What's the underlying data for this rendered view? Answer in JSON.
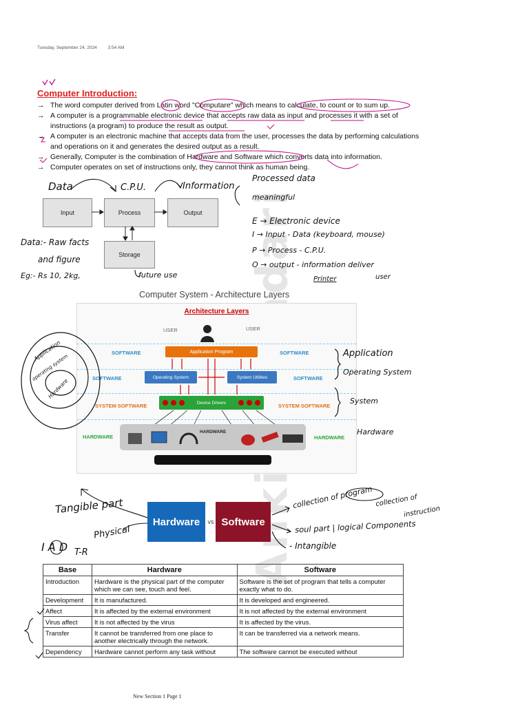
{
  "meta": {
    "date": "Tuesday, September 24, 2024",
    "time": "3:54 AM"
  },
  "heading": "Computer Introduction:",
  "bullets": [
    "The word computer derived from Latin word \"Computare\" which means to calculate, to count or to sum up.",
    "A computer is a programmable electronic device that accepts raw data as input and processes it with a set of instructions (a program) to produce the result as output.",
    "A computer is an electronic machine that accepts data from the user, processes the data by performing calculations and operations on it and generates the desired output as a result.",
    "Generally, Computer is the combination of Hardware and Software which converts data into information.",
    "Computer operates on set of instructions only, they cannot think as human being."
  ],
  "bullet_arrow": "→",
  "flow": {
    "input": "Input",
    "process": "Process",
    "output": "Output",
    "storage": "Storage"
  },
  "handwritten": {
    "data": "Data",
    "cpu": "C.P.U.",
    "information": "Information",
    "processed_data": "Processed data",
    "meaningful": "meaningful",
    "data_def_1": "Data:- Raw facts",
    "data_def_2": "and figure",
    "data_eg": "Eg:- Rs 10, 2kg,",
    "future_use": "future use",
    "epio_e": "E → Electronic device",
    "epio_i": "I → Input - Data (keyboard, mouse)",
    "epio_p": "P → Process - C.P.U.",
    "epio_o": "O → output - information deliver",
    "printer": "Printer",
    "user": "user",
    "circle_app": "Application",
    "circle_os": "operating system",
    "circle_hw": "Hardware",
    "right_app": "Application",
    "right_os": "Operating System",
    "right_sys": "System",
    "right_hw": "Hardware",
    "tangible": "Tangible part",
    "physical": "Physical",
    "collection_program": "collection of program",
    "collection_instruction_1": "collection of",
    "collection_instruction_2": "instruction",
    "soul_part": "soul part | logical Components",
    "intangible": "- Intangible",
    "iad": "I A D",
    "tr": "T-R"
  },
  "arch": {
    "title": "Computer System - Architecture Layers",
    "header": "Architecture  Layers",
    "user_left": "USER",
    "user_right": "USER",
    "software": "SOFTWARE",
    "system_software": "SYSTEM  SOFTWARE",
    "hardware": "HARDWARE",
    "hardware_center": "HARDWARE",
    "app_program": "Application Program",
    "os": "Operating System",
    "utilities": "System Utilities",
    "drivers": "Device Drivers"
  },
  "hw_vs": {
    "hardware": "Hardware",
    "vs": "vs",
    "software": "Software"
  },
  "table": {
    "headers": [
      "Base",
      "Hardware",
      "Software"
    ],
    "rows": [
      [
        "Introduction",
        "Hardware is the physical part of the computer which we can see, touch and feel.",
        "Software is the set of program that tells a computer exactly what to do."
      ],
      [
        "Development",
        "It is manufactured.",
        "It is developed and engineered."
      ],
      [
        "Affect",
        "It is affected by the external environment",
        "It is not affected by the external environment"
      ],
      [
        "Virus affect",
        "It is not affected by the virus",
        "It is affected by the virus."
      ],
      [
        "Transfer",
        "It cannot be transferred from one place to another electrically through the network.",
        "It can be transferred via a network means."
      ],
      [
        "Dependency",
        "Hardware cannot perform any task without",
        "The software cannot be executed without"
      ]
    ]
  },
  "watermark": "Ankit Bhandari",
  "footer": "New Section 1 Page 1",
  "colors": {
    "heading": "#e02020",
    "ink": "#c0108a",
    "hardware_box": "#1569b8",
    "software_box": "#8d1428",
    "app_box": "#e8720c",
    "os_box": "#3a78c2",
    "drivers_box": "#2aa33a"
  }
}
